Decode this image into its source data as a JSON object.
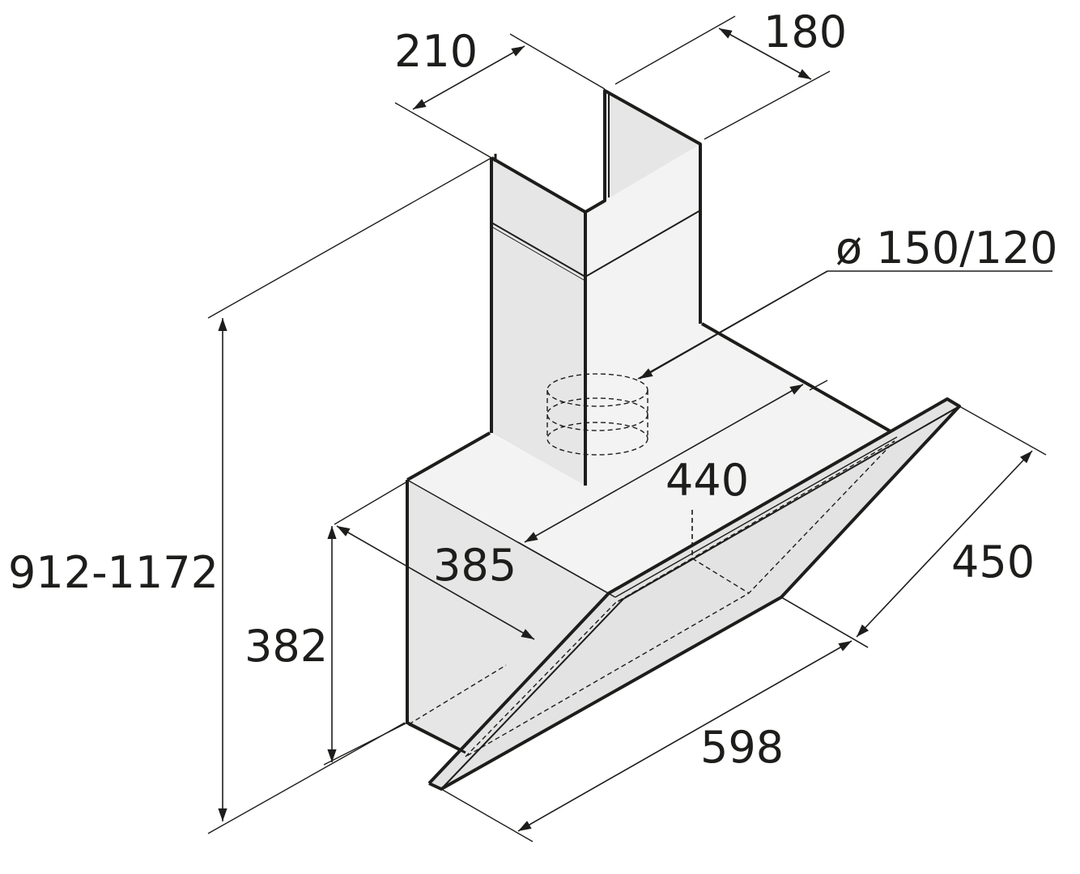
{
  "dimensions": {
    "chimney_width": "210",
    "chimney_depth": "180",
    "outlet_diameter": "ø 150/120",
    "body_top_depth": "440",
    "body_side_depth": "385",
    "body_height": "382",
    "total_height": "912-1172",
    "glass_depth": "450",
    "total_width": "598"
  },
  "colors": {
    "line": "#1d1d1b",
    "surface_light": "#f3f3f3",
    "surface_mid": "#e6e6e6"
  }
}
